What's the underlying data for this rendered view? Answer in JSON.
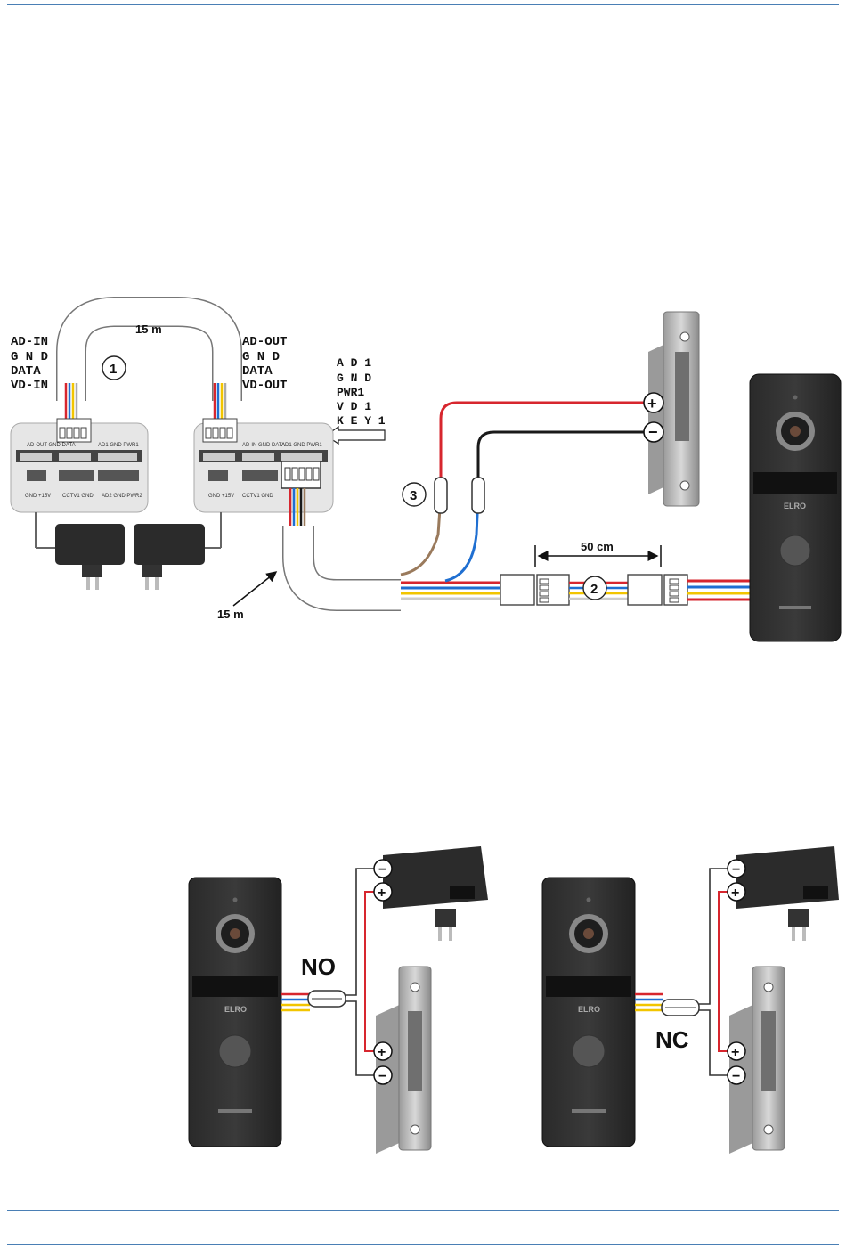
{
  "diagram1": {
    "cable_top_length": "15 m",
    "cable_bottom_length": "15 m",
    "extension_length": "50 cm",
    "markers": [
      "1",
      "2",
      "3"
    ],
    "left_labels": [
      "AD-IN",
      "G N D",
      "DATA",
      "VD-IN"
    ],
    "right_labels": [
      "AD-OUT",
      "G N D",
      "DATA",
      "VD-OUT"
    ],
    "terminal_labels": [
      "A D 1",
      "G N D",
      "PWR1",
      "V D 1",
      "K E Y 1"
    ],
    "lock_terminals": [
      "+",
      "−"
    ],
    "brand": "ELRO"
  },
  "diagram2": {
    "mode_left": "NO",
    "mode_right": "NC",
    "brand": "ELRO",
    "terminals": [
      "−",
      "+"
    ]
  },
  "colors": {
    "rule": "#4a7fb5",
    "red": "#d7262e",
    "blue": "#1f6fd1",
    "yellow": "#f2c500",
    "black": "#1a1a1a",
    "brown": "#9a7a5c"
  }
}
